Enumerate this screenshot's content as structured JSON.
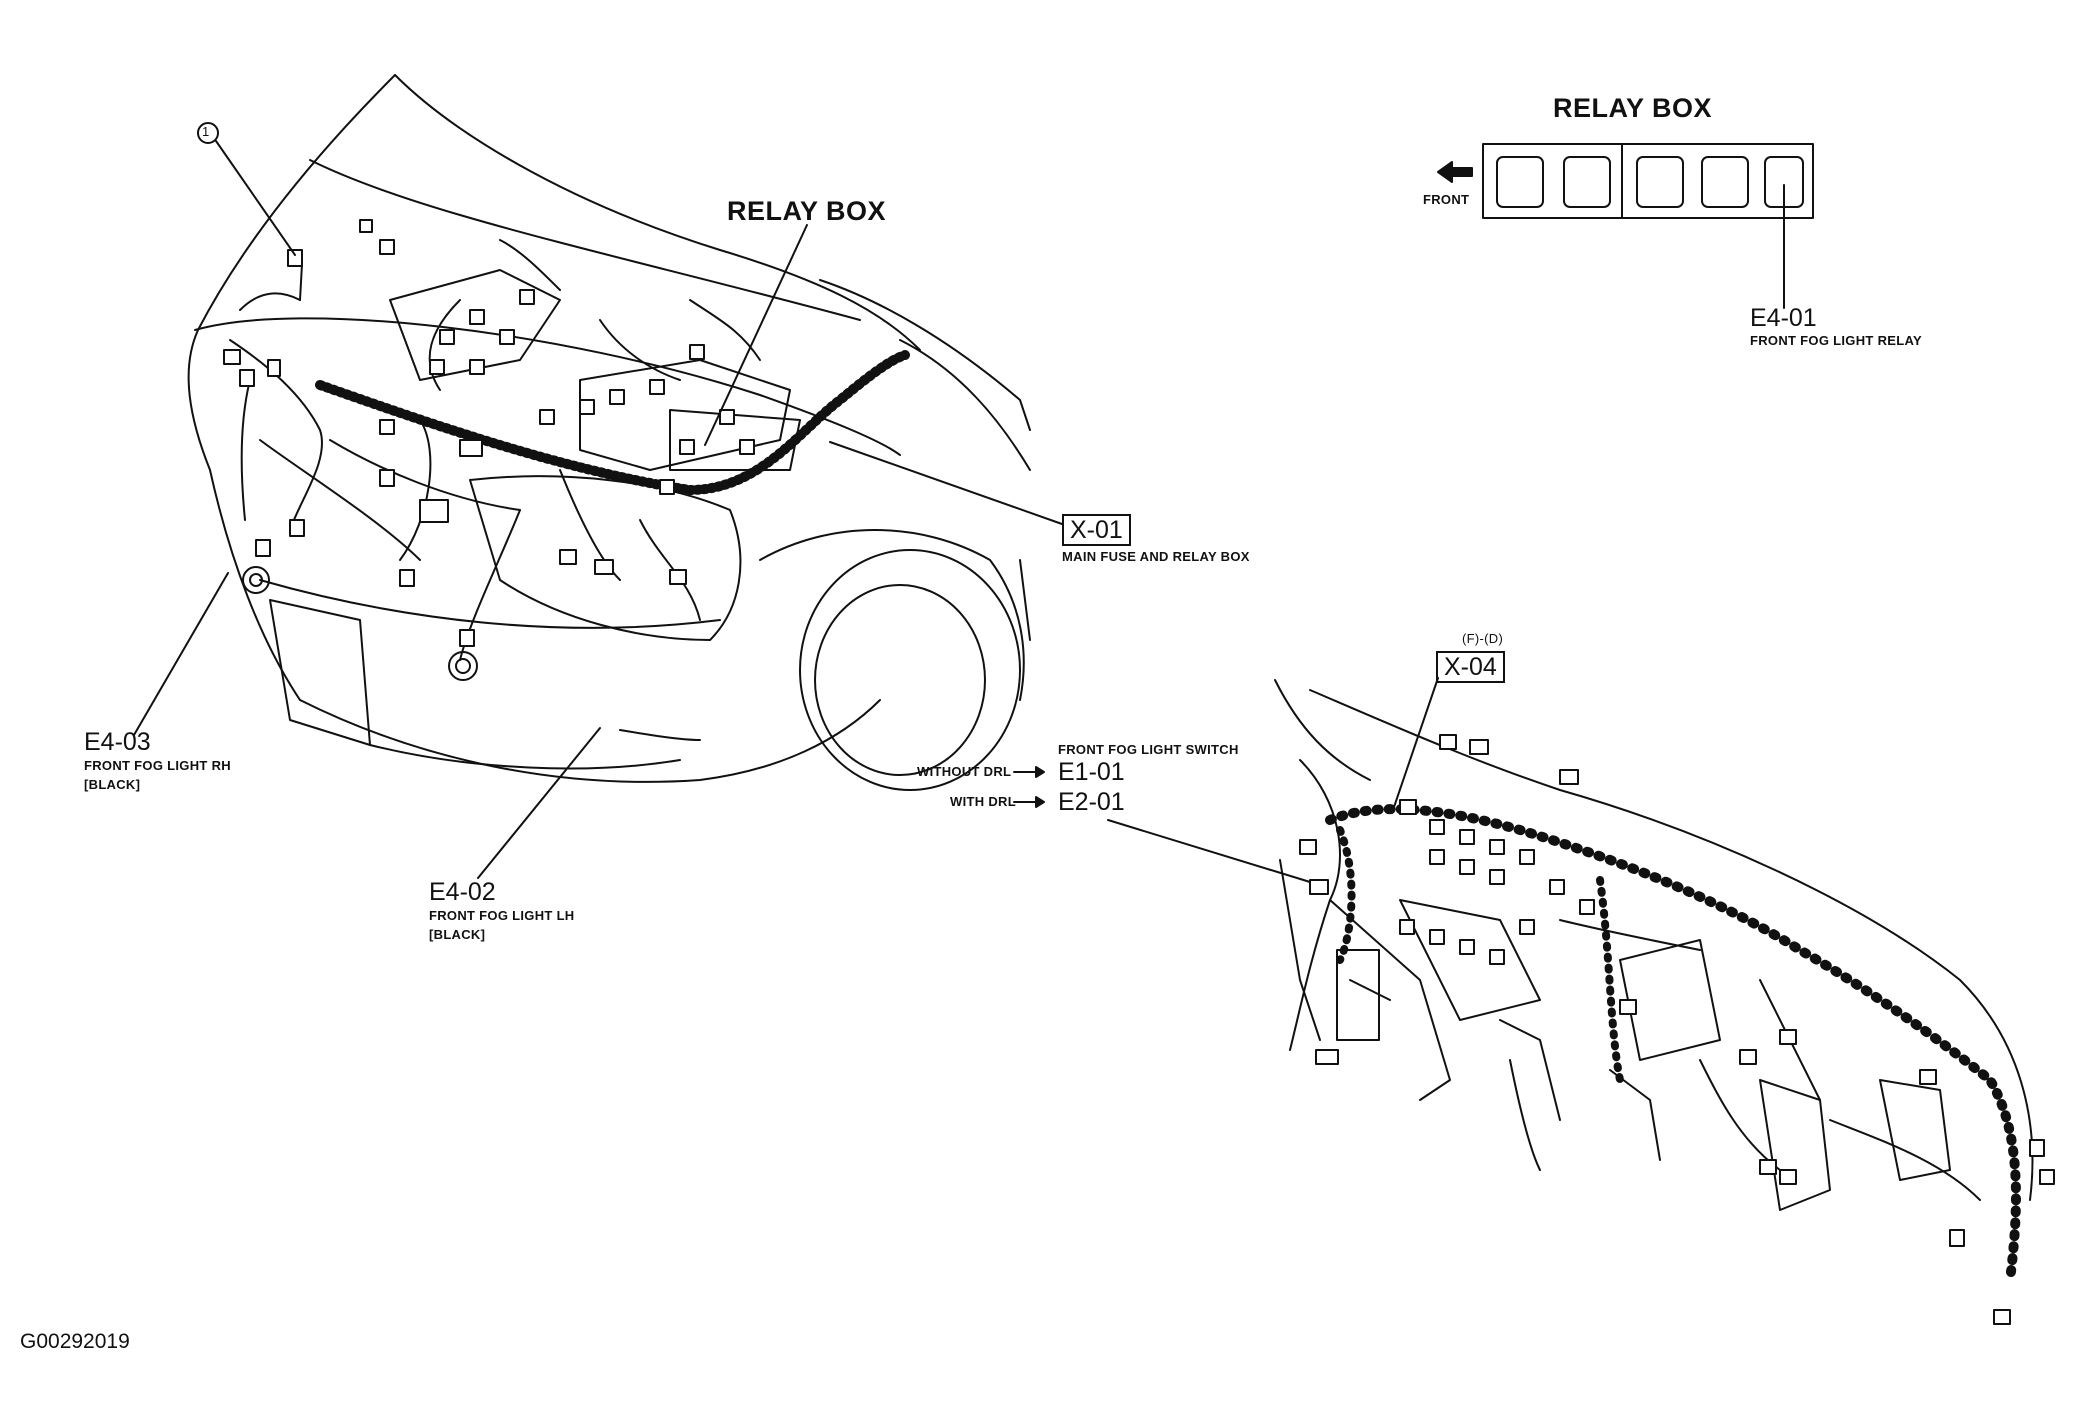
{
  "relay_box_top": {
    "title": "RELAY BOX",
    "front_label": "FRONT",
    "connector": {
      "code": "E4-01",
      "desc": "FRONT FOG LIGHT RELAY"
    }
  },
  "engine_bay": {
    "callout_number": "1",
    "relay_box_label": "RELAY BOX",
    "x01": {
      "code": "X-01",
      "desc": "MAIN FUSE AND RELAY BOX"
    },
    "e403": {
      "code": "E4-03",
      "desc": "FRONT FOG LIGHT RH",
      "note": "[BLACK]"
    },
    "e402": {
      "code": "E4-02",
      "desc": "FRONT FOG LIGHT LH",
      "note": "[BLACK]"
    }
  },
  "dashboard": {
    "fd_label": "(F)-(D)",
    "x04": {
      "code": "X-04"
    },
    "switch_title": "FRONT FOG LIGHT SWITCH",
    "without_drl": {
      "prefix": "WITHOUT DRL",
      "code": "E1-01"
    },
    "with_drl": {
      "prefix": "WITH DRL",
      "code": "E2-01"
    }
  },
  "figure_id": "G00292019",
  "colors": {
    "ink": "#111111",
    "background": "#ffffff"
  }
}
